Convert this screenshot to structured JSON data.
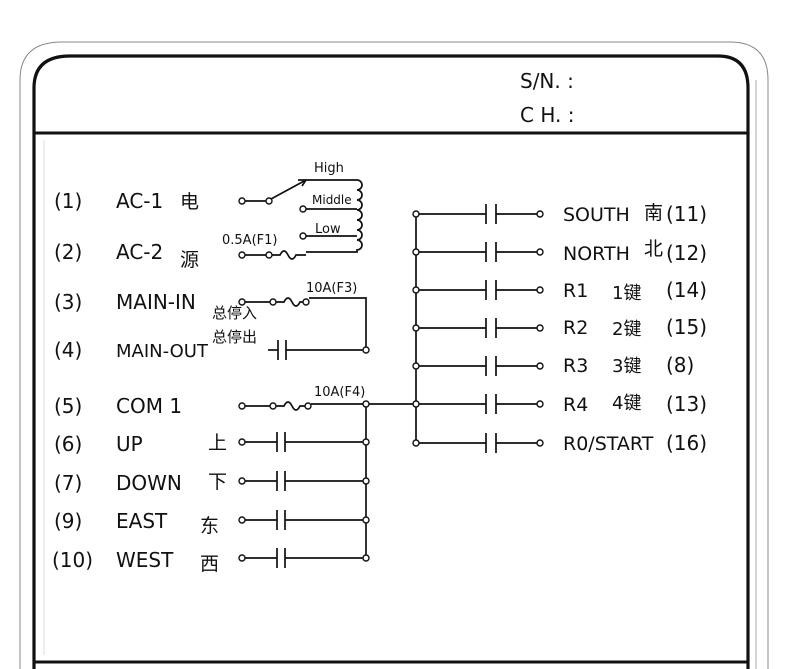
{
  "header": {
    "sn_label": "S/N. :",
    "ch_label": "C H. :"
  },
  "left_terminals": [
    {
      "num": "(1)",
      "label": "AC-1",
      "cn": "电"
    },
    {
      "num": "(2)",
      "label": "AC-2",
      "cn": "源"
    },
    {
      "num": "(3)",
      "label": "MAIN-IN",
      "cn": "总停入"
    },
    {
      "num": "(4)",
      "label": "MAIN-OUT",
      "cn": "总停出"
    },
    {
      "num": "(5)",
      "label": "COM 1",
      "cn": ""
    },
    {
      "num": "(6)",
      "label": "UP",
      "cn": "上"
    },
    {
      "num": "(7)",
      "label": "DOWN",
      "cn": "下"
    },
    {
      "num": "(9)",
      "label": "EAST",
      "cn": "东"
    },
    {
      "num": "(10)",
      "label": "WEST",
      "cn": "西"
    }
  ],
  "right_terminals": [
    {
      "num": "(11)",
      "label": "SOUTH",
      "cn": "南"
    },
    {
      "num": "(12)",
      "label": "NORTH",
      "cn": "北"
    },
    {
      "num": "(14)",
      "label": "R1",
      "cn": "1键"
    },
    {
      "num": "(15)",
      "label": "R2",
      "cn": "2键"
    },
    {
      "num": "(8)",
      "label": "R3",
      "cn": "3键"
    },
    {
      "num": "(13)",
      "label": "R4",
      "cn": "4键"
    },
    {
      "num": "(16)",
      "label": "R0/START",
      "cn": ""
    }
  ],
  "speed_switch": {
    "high": "High",
    "middle": "Middle",
    "low": "Low"
  },
  "fuses": {
    "f1": "0.5A(F1)",
    "f3": "10A(F3)",
    "f4": "10A(F4)"
  }
}
